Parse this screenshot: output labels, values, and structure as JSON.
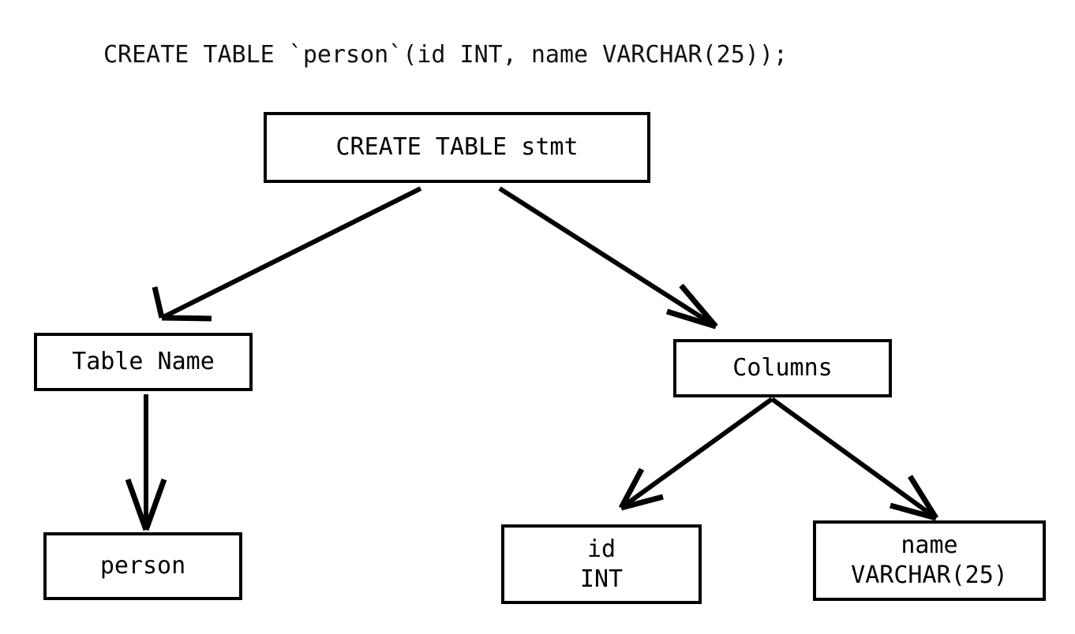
{
  "diagram": {
    "title": "CREATE TABLE `person`(id INT, name VARCHAR(25));",
    "type": "parse-tree",
    "background_color": "#ffffff",
    "stroke_color": "#000000",
    "text_color": "#000000",
    "nodes": [
      {
        "id": "root",
        "label": "CREATE TABLE stmt",
        "lines": [
          "CREATE TABLE stmt"
        ]
      },
      {
        "id": "tname",
        "label": "Table Name",
        "lines": [
          "Table Name"
        ]
      },
      {
        "id": "person",
        "label": "person",
        "lines": [
          "person"
        ]
      },
      {
        "id": "cols",
        "label": "Columns",
        "lines": [
          "Columns"
        ]
      },
      {
        "id": "id",
        "label": "id INT",
        "lines": [
          "id",
          "INT"
        ]
      },
      {
        "id": "name",
        "label": "name VARCHAR(25)",
        "lines": [
          "name",
          "VARCHAR(25)"
        ]
      }
    ],
    "edges": [
      {
        "from": "root",
        "to": "tname",
        "style": "arrow"
      },
      {
        "from": "root",
        "to": "cols",
        "style": "arrow"
      },
      {
        "from": "tname",
        "to": "person",
        "style": "arrow"
      },
      {
        "from": "cols",
        "to": "id",
        "style": "arrow"
      },
      {
        "from": "cols",
        "to": "name",
        "style": "arrow"
      }
    ]
  }
}
